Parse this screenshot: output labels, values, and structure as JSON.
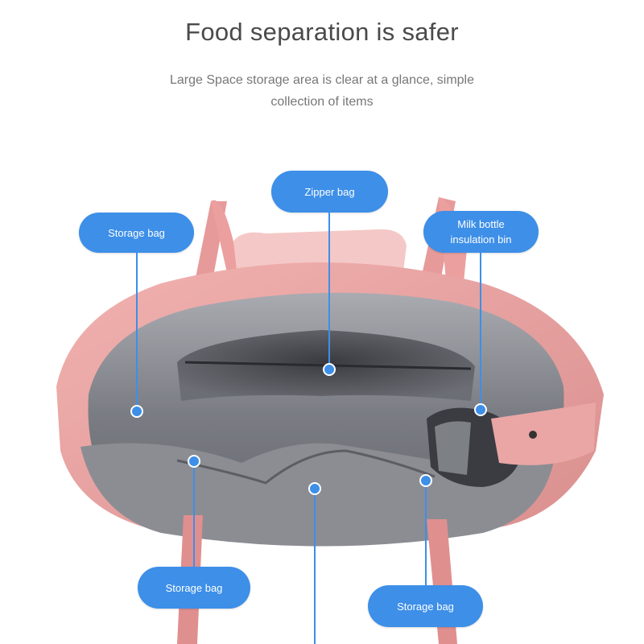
{
  "header": {
    "title": "Food separation is safer",
    "subtitle": "Large Space storage area is clear at a glance, simple collection of items"
  },
  "callouts": {
    "storage_bag_left": "Storage bag",
    "zipper_bag": "Zipper bag",
    "milk_bottle_bin": "Milk bottle insulation bin",
    "storage_bag_bottom_left": "Storage bag",
    "storage_bag_bottom_right": "Storage bag"
  },
  "colors": {
    "accent": "#3d8fe8",
    "bag_pink": "#e8a3a3",
    "lining_gray": "#7d7f86"
  }
}
